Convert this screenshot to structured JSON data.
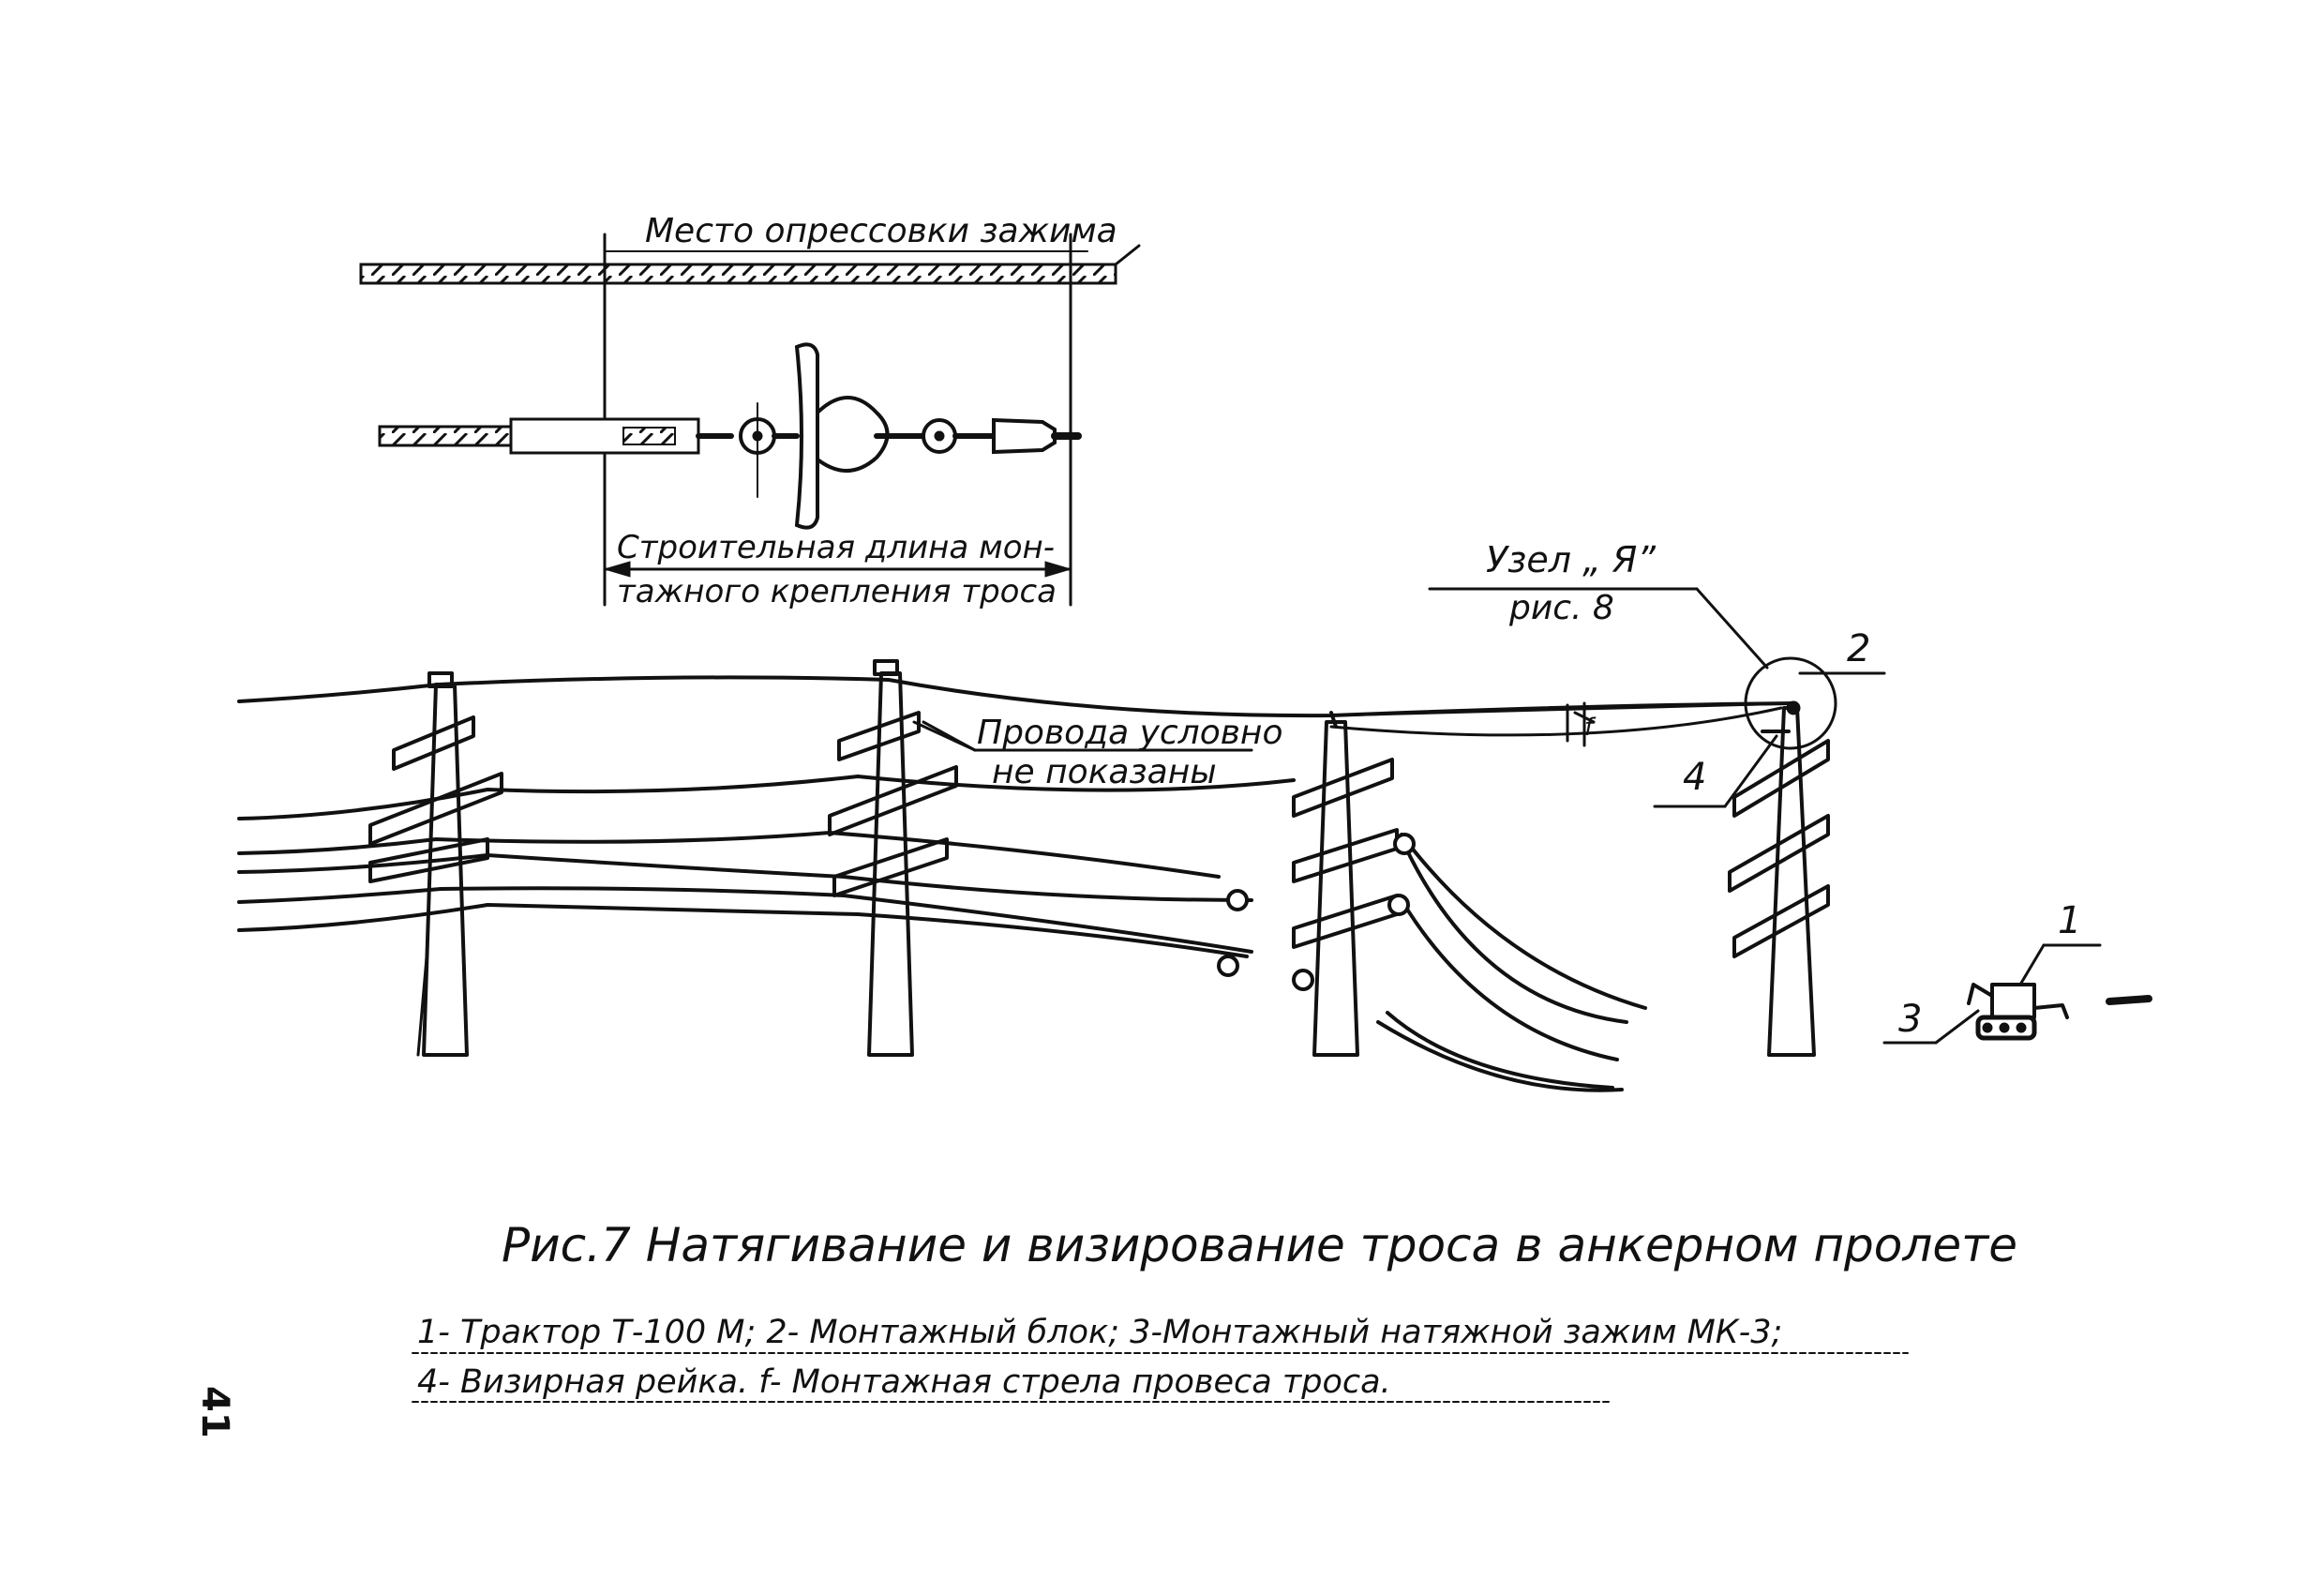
{
  "detail": {
    "top_label": "Место опрессовки зажима",
    "length_label_line1": "Строительная длина мон-",
    "length_label_line2": "тажного крепления троса"
  },
  "callouts": {
    "node_label": "Узел „ Я”",
    "node_ref": "рис. 8",
    "wires_note_line1": "Провода условно",
    "wires_note_line2": "не показаны",
    "marker_1": "1",
    "marker_2": "2",
    "marker_3": "3",
    "marker_4": "4",
    "marker_f": "f"
  },
  "caption": {
    "title": "Рис.7 Натягивание и визирование троса в анкерном пролете",
    "legend_line1": "1- Трактор Т-100 М; 2- Монтажный блок; 3-Монтажный натяжной зажим МК-3;",
    "legend_line2": "4- Визирная рейка. f- Монтажная стрела провеса троса."
  },
  "page_number": "41"
}
